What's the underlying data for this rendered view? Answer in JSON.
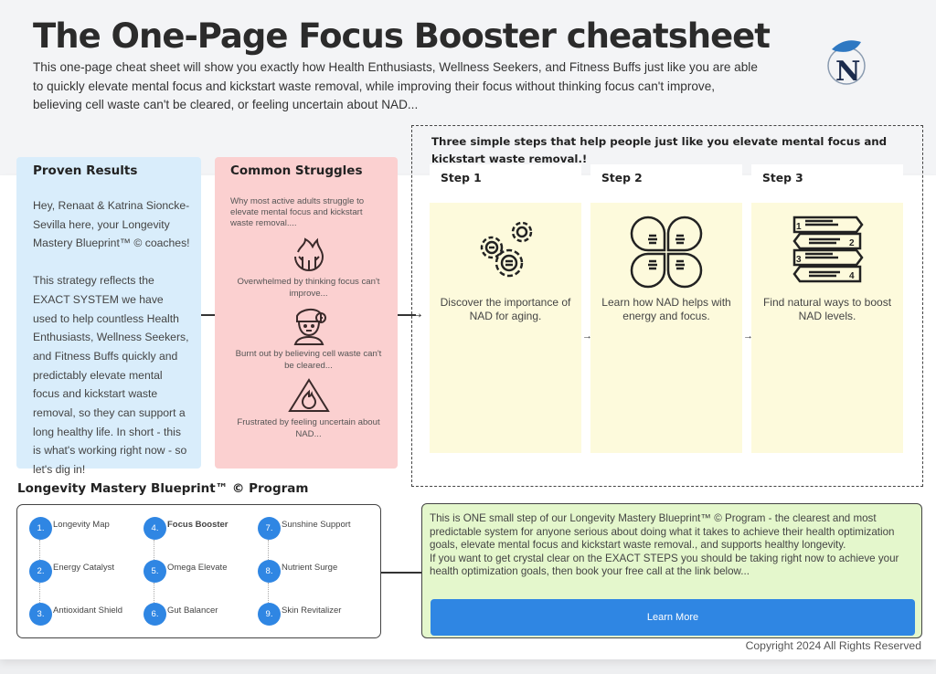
{
  "header": {
    "title": "The One-Page Focus Booster cheatsheet",
    "intro": "This one-page cheat sheet will show you exactly how Health Enthusiasts, Wellness Seekers, and Fitness Buffs just like you are able to quickly elevate mental focus and kickstart waste removal, while improving their focus without thinking focus can't improve, believing cell waste can't be cleared, or feeling uncertain about NAD...",
    "logo_letter": "N"
  },
  "proven": {
    "title": "Proven Results",
    "p1": "Hey, Renaat & Katrina Sioncke-Sevilla here, your Longevity Mastery Blueprint™ © coaches!",
    "p2": "This strategy reflects the EXACT SYSTEM we have used to help countless Health Enthusiasts, Wellness Seekers, and Fitness Buffs quickly and predictably elevate mental focus and kickstart waste removal, so they can support a long healthy life. In short - this is what's working right now - so let's dig in!"
  },
  "struggles": {
    "title": "Common Struggles",
    "lead": "Why most active adults struggle to elevate mental focus and kickstart waste removal....",
    "items": [
      "Overwhelmed by thinking focus can't improve...",
      "Burnt out by believing cell waste can't be cleared...",
      "Frustrated by feeling uncertain about NAD..."
    ]
  },
  "steps": {
    "title": "Three simple steps that help people just like you elevate mental focus and kickstart waste removal.!",
    "items": [
      {
        "label": "Step 1",
        "desc": "Discover the importance of NAD for aging."
      },
      {
        "label": "Step 2",
        "desc": "Learn how NAD helps with energy and focus."
      },
      {
        "label": "Step 3",
        "desc": "Find natural ways to boost NAD levels."
      }
    ]
  },
  "program": {
    "title": "Longevity Mastery Blueprint™ © Program",
    "items": [
      {
        "n": "1.",
        "t": "Longevity Map"
      },
      {
        "n": "2.",
        "t": "Energy Catalyst"
      },
      {
        "n": "3.",
        "t": "Antioxidant Shield"
      },
      {
        "n": "4.",
        "t": "Focus Booster"
      },
      {
        "n": "5.",
        "t": "Omega Elevate"
      },
      {
        "n": "6.",
        "t": "Gut Balancer"
      },
      {
        "n": "7.",
        "t": "Sunshine Support"
      },
      {
        "n": "8.",
        "t": "Nutrient Surge"
      },
      {
        "n": "9.",
        "t": "Skin Revitalizer"
      }
    ]
  },
  "cta": {
    "p1": "This is ONE small step of our Longevity Mastery Blueprint™ © Program - the clearest and most predictable system for anyone serious about doing what it takes to achieve their health optimization goals, elevate mental focus and kickstart waste removal., and supports healthy longevity.",
    "p2": "If you want to get crystal clear on the EXACT STEPS you should be taking right now to achieve your health optimization goals, then book your free call at the link below...",
    "button": "Learn More"
  },
  "footer": {
    "copyright": "Copyright 2024 All Rights Reserved"
  },
  "colors": {
    "accent": "#2f86e3",
    "proven_bg": "#d9edfb",
    "struggles_bg": "#fbd0d0",
    "step_bg": "#fdfadc",
    "cta_bg": "#e4f7cc"
  }
}
